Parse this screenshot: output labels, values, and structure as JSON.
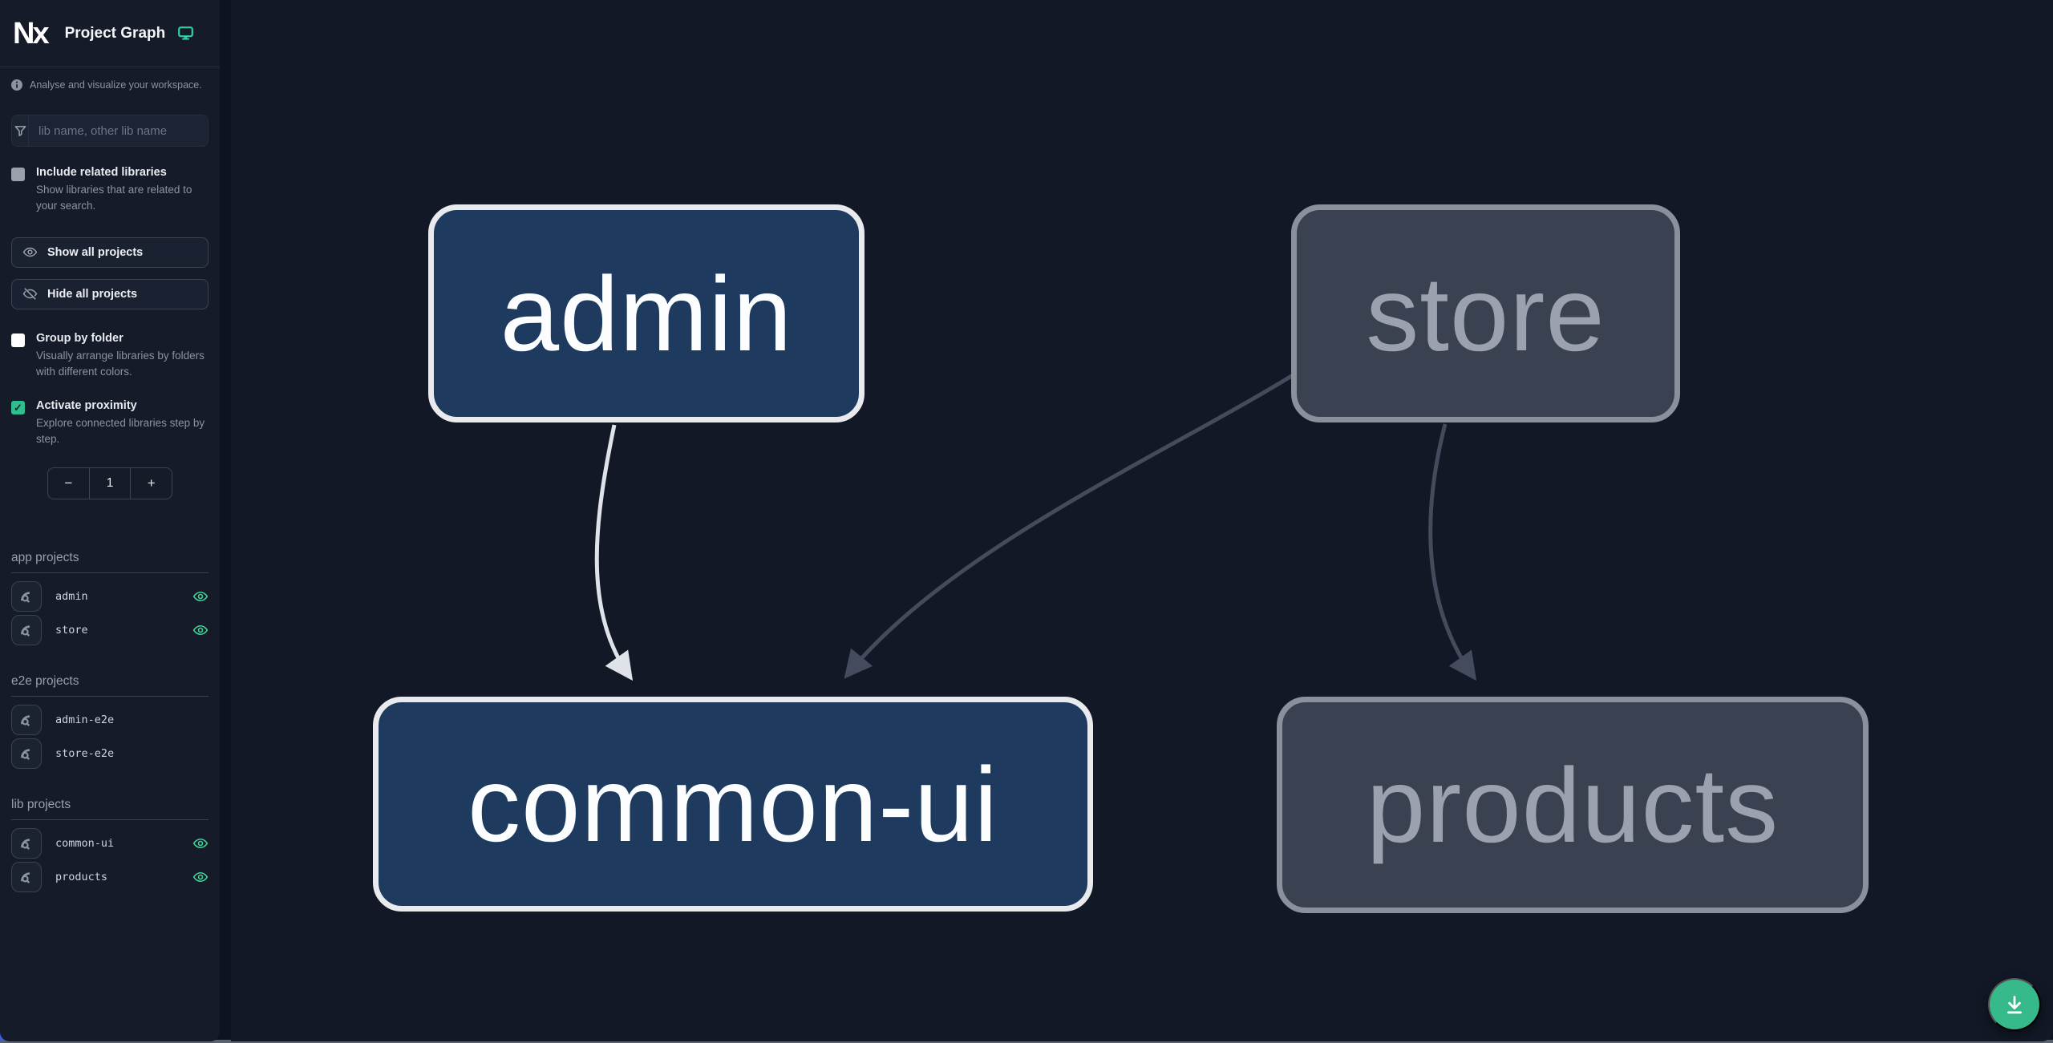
{
  "header": {
    "logo_text": "Nx",
    "title": "Project Graph"
  },
  "subtitle": "Analyse and visualize your workspace.",
  "search": {
    "placeholder": "lib name, other lib name",
    "value": ""
  },
  "options": {
    "include_related": {
      "label": "Include related libraries",
      "description": "Show libraries that are related to your search.",
      "checked": false
    },
    "group_by_folder": {
      "label": "Group by folder",
      "description": "Visually arrange libraries by folders with different colors.",
      "checked": false
    },
    "activate_proximity": {
      "label": "Activate proximity",
      "description": "Explore connected libraries step by step.",
      "checked": true,
      "check_glyph": "✓"
    }
  },
  "actions": {
    "show_all": "Show all projects",
    "hide_all": "Hide all projects"
  },
  "stepper": {
    "decrement": "−",
    "value": "1",
    "increment": "+"
  },
  "project_sections": [
    {
      "title": "app projects",
      "items": [
        {
          "name": "admin",
          "visible": true
        },
        {
          "name": "store",
          "visible": true
        }
      ]
    },
    {
      "title": "e2e projects",
      "items": [
        {
          "name": "admin-e2e",
          "visible": false
        },
        {
          "name": "store-e2e",
          "visible": false
        }
      ]
    },
    {
      "title": "lib projects",
      "items": [
        {
          "name": "common-ui",
          "visible": true
        },
        {
          "name": "products",
          "visible": true
        }
      ]
    }
  ],
  "graph": {
    "nodes": [
      {
        "label": "admin",
        "state": "highlighted"
      },
      {
        "label": "store",
        "state": "dimmed"
      },
      {
        "label": "common-ui",
        "state": "highlighted"
      },
      {
        "label": "products",
        "state": "dimmed"
      }
    ],
    "edges": [
      {
        "source": "admin",
        "target": "common-ui",
        "highlighted": true
      },
      {
        "source": "store",
        "target": "common-ui",
        "highlighted": false
      },
      {
        "source": "store",
        "target": "products",
        "highlighted": false
      }
    ]
  },
  "fab": {
    "icon": "download"
  },
  "colors": {
    "accent_green": "#3fd495",
    "fab_green": "#36ba8b",
    "monitor_teal": "#2fd0a0",
    "checkbox_checked": "#2fbf8f",
    "node_highlight_fill": "#1e3a5e",
    "node_highlight_border": "#e8eaee",
    "node_dim_fill": "#3a4150",
    "node_dim_border": "#8a909c",
    "edge_highlight": "#dfe2e8",
    "edge_dim": "#434b5c",
    "canvas_bg": "#121826",
    "sidebar_bg": "#161b2a"
  }
}
